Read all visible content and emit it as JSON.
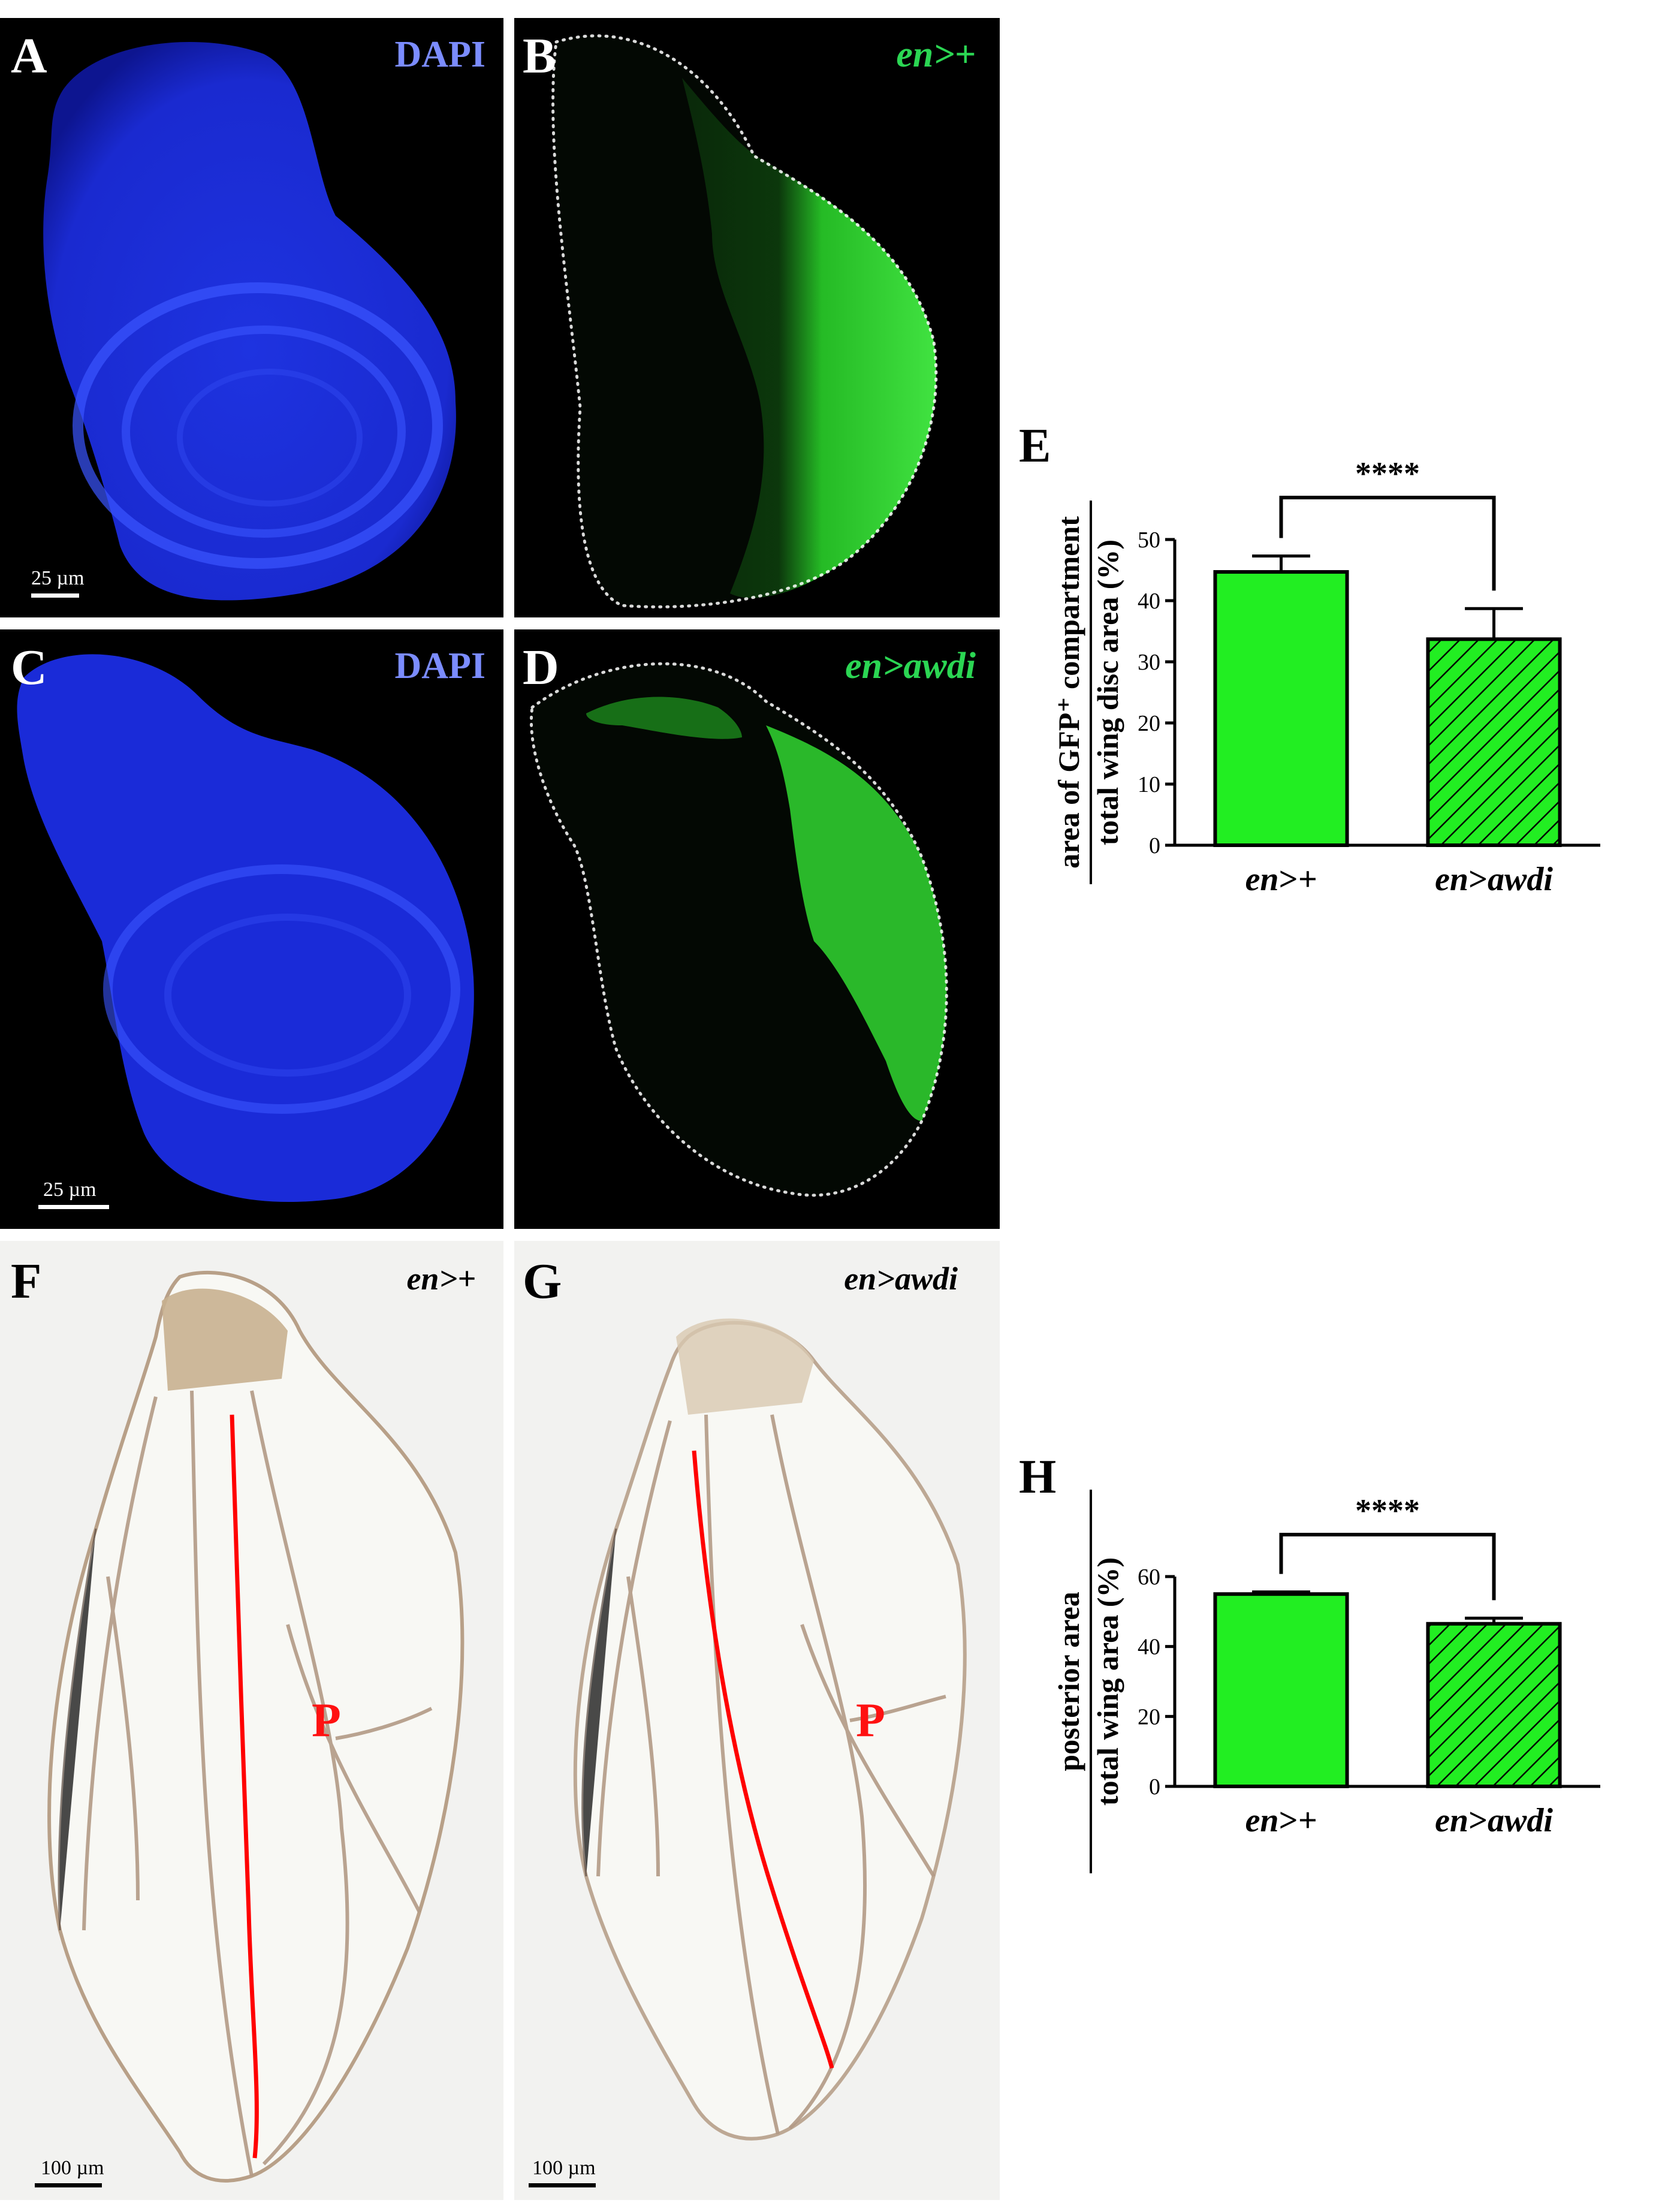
{
  "panels": {
    "A": {
      "letter": "A",
      "tag": "DAPI",
      "scale": "25 µm"
    },
    "B": {
      "letter": "B",
      "tag": "en>+"
    },
    "C": {
      "letter": "C",
      "tag": "DAPI",
      "scale": "25 µm"
    },
    "D": {
      "letter": "D",
      "tag": "en>awdi"
    },
    "F": {
      "letter": "F",
      "tag": "en>+",
      "region": "P",
      "scale": "100 µm"
    },
    "G": {
      "letter": "G",
      "tag": "en>awdi",
      "region": "P",
      "scale": "100 µm"
    }
  },
  "colors": {
    "dapi": "#2b3fff",
    "gfp": "#22ee22",
    "tag_dapi": "#7b8cff",
    "tag_gfp": "#2bd653",
    "boundary": "#ff0000"
  },
  "chart_data": [
    {
      "panel": "E",
      "type": "bar",
      "title": "",
      "ylabel_top": "area of GFP⁺ compartment",
      "ylabel_bottom": "total wing disc area (%)",
      "categories": [
        "en>+",
        "en>awdi"
      ],
      "values": [
        44.7,
        33.7
      ],
      "errors": [
        2.6,
        5.0
      ],
      "ylim": [
        0,
        50
      ],
      "yticks": [
        "0",
        "10",
        "20",
        "30",
        "40",
        "50"
      ],
      "significance": "****",
      "fills": [
        "solid",
        "hatched"
      ]
    },
    {
      "panel": "H",
      "type": "bar",
      "title": "",
      "ylabel_top": "posterior area",
      "ylabel_bottom": "total wing area (%)",
      "categories": [
        "en>+",
        "en>awdi"
      ],
      "values": [
        55.0,
        46.5
      ],
      "errors": [
        0.6,
        1.6
      ],
      "ylim": [
        0,
        60
      ],
      "yticks": [
        "0",
        "20",
        "40",
        "60"
      ],
      "significance": "****",
      "fills": [
        "solid",
        "hatched"
      ]
    }
  ]
}
